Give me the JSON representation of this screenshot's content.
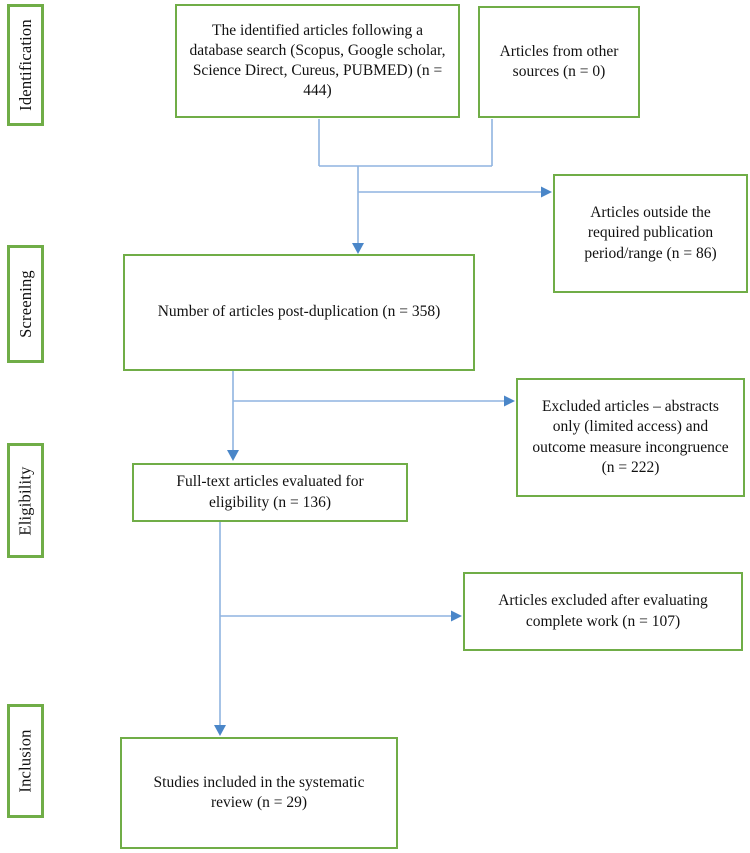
{
  "palette": {
    "box_border_green": "#70AD47",
    "connector_line_blue": "#8FB4E0",
    "arrowhead_blue": "#4A86C8",
    "background": "#FFFFFF",
    "text": "#111111"
  },
  "stage_labels": [
    {
      "label": "Identification"
    },
    {
      "label": "Screening"
    },
    {
      "label": "Eligibility"
    },
    {
      "label": "Inclusion"
    }
  ],
  "boxes": {
    "identified": {
      "text": "The identified articles following a database search (Scopus, Google scholar, Science Direct, Cureus, PUBMED) (n = 444)",
      "n": 444
    },
    "other_sources": {
      "text": "Articles from other sources (n = 0)",
      "n": 0
    },
    "outside_period": {
      "text": "Articles outside the required publication period/range (n = 86)",
      "n": 86
    },
    "post_duplication": {
      "text": "Number of articles post-duplication (n = 358)",
      "n": 358
    },
    "excluded_abstracts": {
      "text": "Excluded articles – abstracts only (limited access) and outcome measure incongruence (n = 222)",
      "n": 222
    },
    "full_text": {
      "text": "Full-text articles evaluated for eligibility (n = 136)",
      "n": 136
    },
    "excluded_complete": {
      "text": "Articles excluded after evaluating complete work (n = 107)",
      "n": 107
    },
    "included": {
      "text": "Studies included in the systematic review (n = 29)",
      "n": 29
    }
  }
}
